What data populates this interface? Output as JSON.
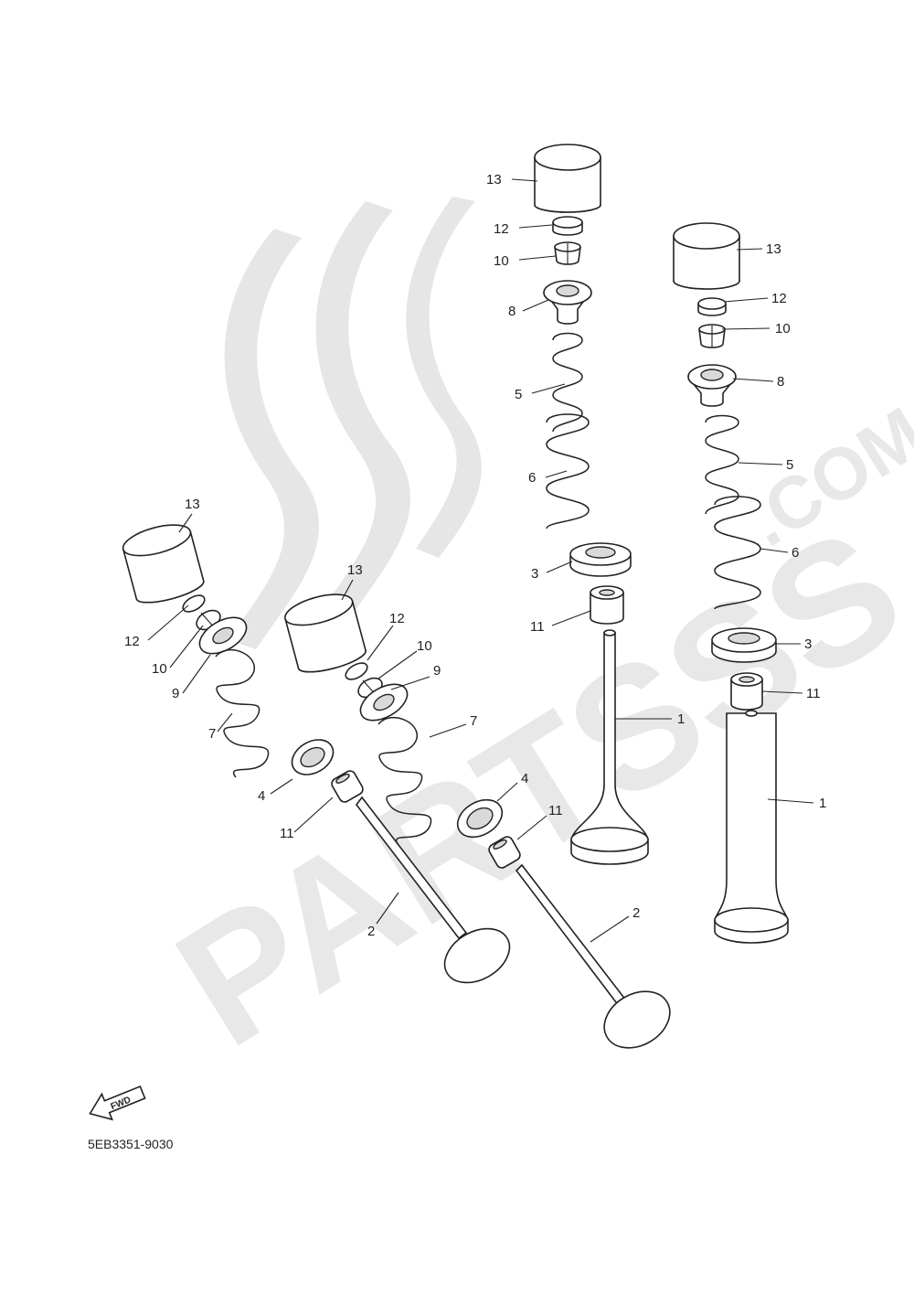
{
  "watermark": {
    "brand": "PARTSSS",
    "suffix": ".COM"
  },
  "diagram_code": "5EB3351-9030",
  "fwd_label": "FWD",
  "callouts": [
    "13",
    "12",
    "10",
    "8",
    "5",
    "6",
    "3",
    "11",
    "1",
    "13",
    "12",
    "10",
    "8",
    "5",
    "6",
    "3",
    "11",
    "1",
    "13",
    "12",
    "10",
    "9",
    "7",
    "4",
    "11",
    "2",
    "13",
    "12",
    "10",
    "9",
    "7",
    "4",
    "11",
    "2"
  ]
}
